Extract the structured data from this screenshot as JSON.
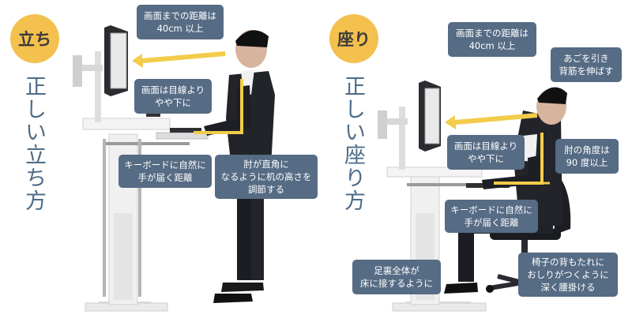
{
  "colors": {
    "badge": "#f4c04e",
    "title": "#4d6b86",
    "callout": "#566b84",
    "arrow": "#f2cc4a"
  },
  "standing": {
    "badge": "立ち",
    "title": "正しい立ち方",
    "callouts": {
      "distance": "画面までの距離は\n40cm 以上",
      "eye_level": "画面は目線より\nやや下に",
      "keyboard": "キーボードに自然に\n手が届く距離",
      "elbow": "肘が直角に\nなるように机の高さを\n調節する"
    }
  },
  "sitting": {
    "badge": "座り",
    "title": "正しい座り方",
    "callouts": {
      "distance": "画面までの距離は\n40cm 以上",
      "chin": "あごを引き\n背筋を伸ばす",
      "eye_level": "画面は目線より\nやや下に",
      "elbow_angle": "肘の角度は\n90 度以上",
      "keyboard": "キーボードに自然に\n手が届く距離",
      "feet": "足裏全体が\n床に接するように",
      "chair_back": "椅子の背もたれに\nおしりがつくように\n深く腰掛ける"
    }
  }
}
